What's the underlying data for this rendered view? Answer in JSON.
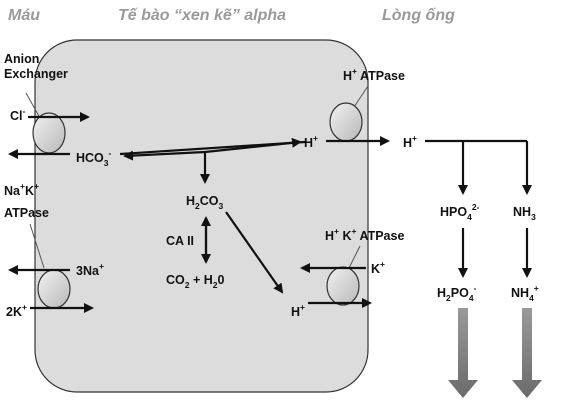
{
  "headers": {
    "blood": "Máu",
    "cell": "Tế bào “xen kẽ” alpha",
    "lumen": "Lòng ống"
  },
  "membrane_proteins": {
    "anion_exchanger": "Anion\nExchanger",
    "na_k_atpase": {
      "base": "Na",
      "sup1": "+",
      "mid": "K",
      "sup2": "+",
      "line2": "ATPase"
    },
    "h_atpase": {
      "base": "H",
      "sup": "+",
      "rest": " ATPase"
    },
    "hk_atpase": {
      "h": "H",
      "sup1": "+",
      "k": " K",
      "sup2": "+",
      "rest": " ATPase"
    }
  },
  "ions": {
    "cl": {
      "base": "Cl",
      "sup": "-"
    },
    "hco3": {
      "base": "HCO",
      "sub": "3",
      "sup": "-"
    },
    "three_na": {
      "base": "3Na",
      "sup": "+"
    },
    "two_k": {
      "base": "2K",
      "sup": "+"
    },
    "h_top": {
      "base": "H",
      "sup": "+"
    },
    "h_lumen": {
      "base": "H",
      "sup": "+"
    },
    "h_bottom": {
      "base": "H",
      "sup": "+"
    },
    "k_lumen": {
      "base": "K",
      "sup": "+"
    }
  },
  "molecules": {
    "h2co3": {
      "p1": "H",
      "s1": "2",
      "p2": "CO",
      "s2": "3"
    },
    "ca_ii": "CA II",
    "co2_h2o": {
      "p1": "CO",
      "s1": "2",
      "p2": " + H",
      "s2": "2",
      "p3": "0"
    },
    "hpo4": {
      "p1": "HPO",
      "s1": "4",
      "sup": "2-"
    },
    "nh3": {
      "p1": "NH",
      "s1": "3"
    },
    "h2po4": {
      "p1": "H",
      "s1": "2",
      "p2": "PO",
      "s2": "4",
      "sup": "-"
    },
    "nh4": {
      "p1": "NH",
      "s1": "4",
      "sup": "+"
    }
  },
  "colors": {
    "cell_fill": "#dcdcdc",
    "cell_stroke": "#333333",
    "header": "#9a9a9a",
    "arrow": "#111111",
    "flow_arrow": "#777777"
  }
}
